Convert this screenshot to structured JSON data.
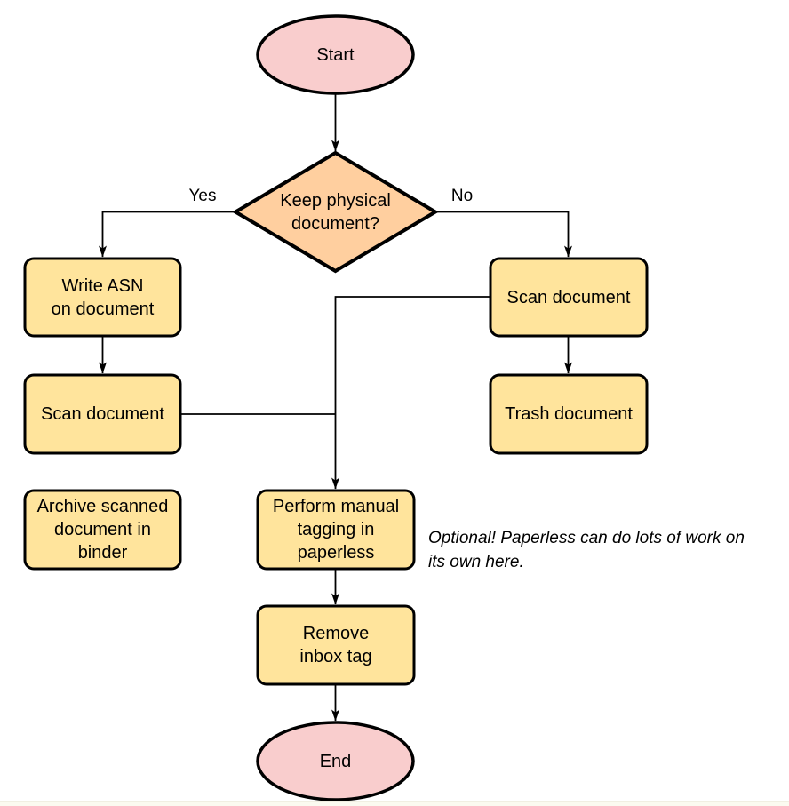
{
  "colors": {
    "terminal_fill": "#f9cdcd",
    "decision_fill": "#ffcf9f",
    "process_fill": "#ffe49c",
    "stroke": "#000000"
  },
  "nodes": {
    "start": {
      "label": "Start"
    },
    "decision": {
      "label": [
        "Keep physical",
        "document?"
      ]
    },
    "write_asn": {
      "label": [
        "Write ASN",
        "on document"
      ]
    },
    "scan_left": {
      "label": "Scan document"
    },
    "archive": {
      "label": [
        "Archive scanned",
        "document in",
        "binder"
      ]
    },
    "scan_right": {
      "label": "Scan document"
    },
    "trash": {
      "label": "Trash document"
    },
    "tagging": {
      "label": [
        "Perform manual",
        "tagging in",
        "paperless"
      ]
    },
    "remove_inbox": {
      "label": [
        "Remove",
        "inbox tag"
      ]
    },
    "end": {
      "label": "End"
    }
  },
  "edge_labels": {
    "yes": "Yes",
    "no": "No"
  },
  "annotation": {
    "text": [
      "Optional! Paperless can do lots of work on",
      "its own here."
    ]
  }
}
